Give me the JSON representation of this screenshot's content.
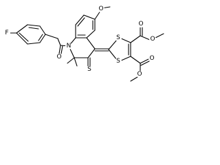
{
  "structure": {
    "atom_labels": {
      "fluorine": "F",
      "nitrogen": "N",
      "amide_oxygen": "O",
      "methoxy_oxygen": "O",
      "thione_sulfur": "S",
      "ring_sulfur_upper": "S",
      "ring_sulfur_lower": "S",
      "ester_upper_carbonyl_oxygen": "O",
      "ester_upper_ether_oxygen": "O",
      "ester_lower_carbonyl_oxygen": "O",
      "ester_lower_ether_oxygen": "O"
    },
    "colors": {
      "bond": "#000000",
      "label": "#000000",
      "background": "#ffffff"
    }
  }
}
